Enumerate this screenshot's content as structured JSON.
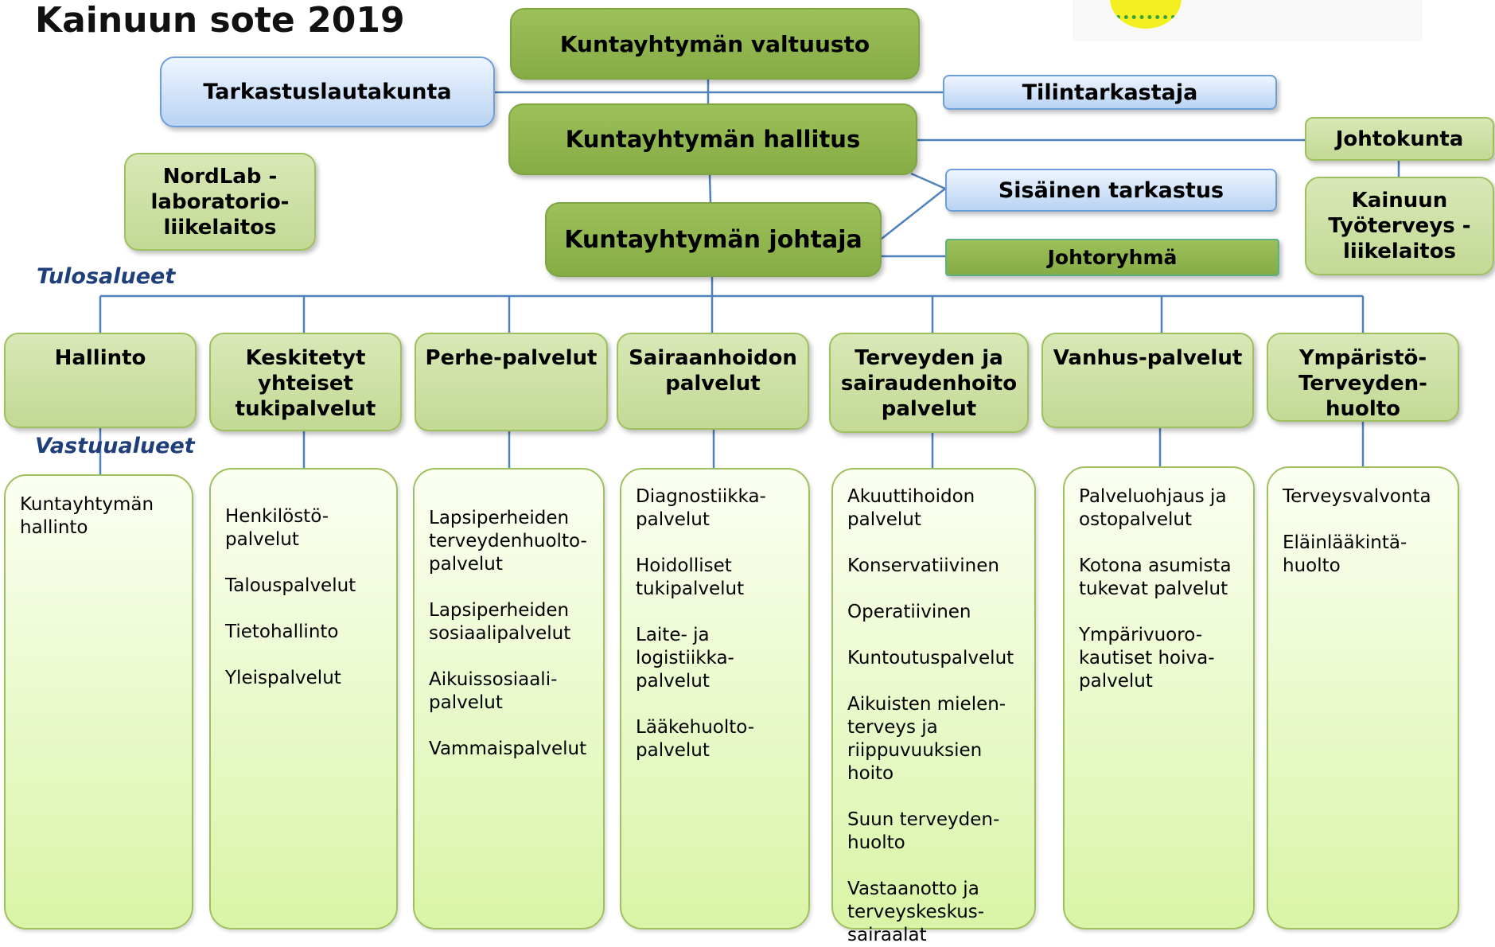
{
  "title": "Kainuun sote 2019",
  "top": {
    "valtuusto": "Kuntayhtymän valtuusto",
    "tarkastuslautakunta": "Tarkastuslautakunta",
    "tilintarkastaja": "Tilintarkastaja",
    "hallitus": "Kuntayhtymän hallitus",
    "johtokunta": "Johtokunta",
    "nordlab": "NordLab -laboratorio-liikelaitos",
    "sisainen_tarkastus": "Sisäinen tarkastus",
    "tyoterveys": "Kainuun Työterveys - liikelaitos",
    "johtaja": "Kuntayhtymän johtaja",
    "johtoryhma": "Johtoryhmä"
  },
  "labels": {
    "tulosalueet": "Tulosalueet",
    "vastuualueet": "Vastuualueet"
  },
  "colors": {
    "dark_green": "#8ab54c",
    "light_green": "#cadf9f",
    "blue": "#c9ddf6",
    "connector": "#4f81bd",
    "label_blue": "#1f3f7a"
  },
  "units": [
    {
      "name": "Hallinto",
      "items": [
        "Kuntayhtymän hallinto"
      ]
    },
    {
      "name": "Keskitetyt yhteiset tukipalvelut",
      "items": [
        "Henkilöstö-palvelut",
        "Talouspalvelut",
        "Tietohallinto",
        "Yleispalvelut"
      ]
    },
    {
      "name": "Perhe-palvelut",
      "items": [
        "Lapsiperheiden terveydenhuolto-palvelut",
        "Lapsiperheiden sosiaalipalvelut",
        "Aikuissosiaali-palvelut",
        "Vammaispalvelut"
      ]
    },
    {
      "name": "Sairaanhoidon palvelut",
      "items": [
        "Diagnostiikka-palvelut",
        "Hoidolliset tukipalvelut",
        "Laite- ja logistiikka-palvelut",
        "Lääkehuolto-palvelut"
      ]
    },
    {
      "name": "Terveyden ja sairaudenhoito palvelut",
      "items": [
        "Akuuttihoidon palvelut",
        "Konservatiivinen",
        "Operatiivinen",
        "Kuntoutuspalvelut",
        "Aikuisten mielen-terveys ja riippuvuuksien hoito",
        "Suun terveyden-huolto",
        "Vastaanotto ja terveyskeskus-sairaalat"
      ]
    },
    {
      "name": "Vanhus-palvelut",
      "items": [
        "Palveluohjaus ja ostopalvelut",
        "Kotona asumista tukevat palvelut",
        "Ympärivuoro-kautiset hoiva-palvelut"
      ]
    },
    {
      "name": "Ympäristö-Terveyden-huolto",
      "items": [
        "Terveysvalvonta",
        "Eläinlääkintä-huolto"
      ]
    }
  ]
}
